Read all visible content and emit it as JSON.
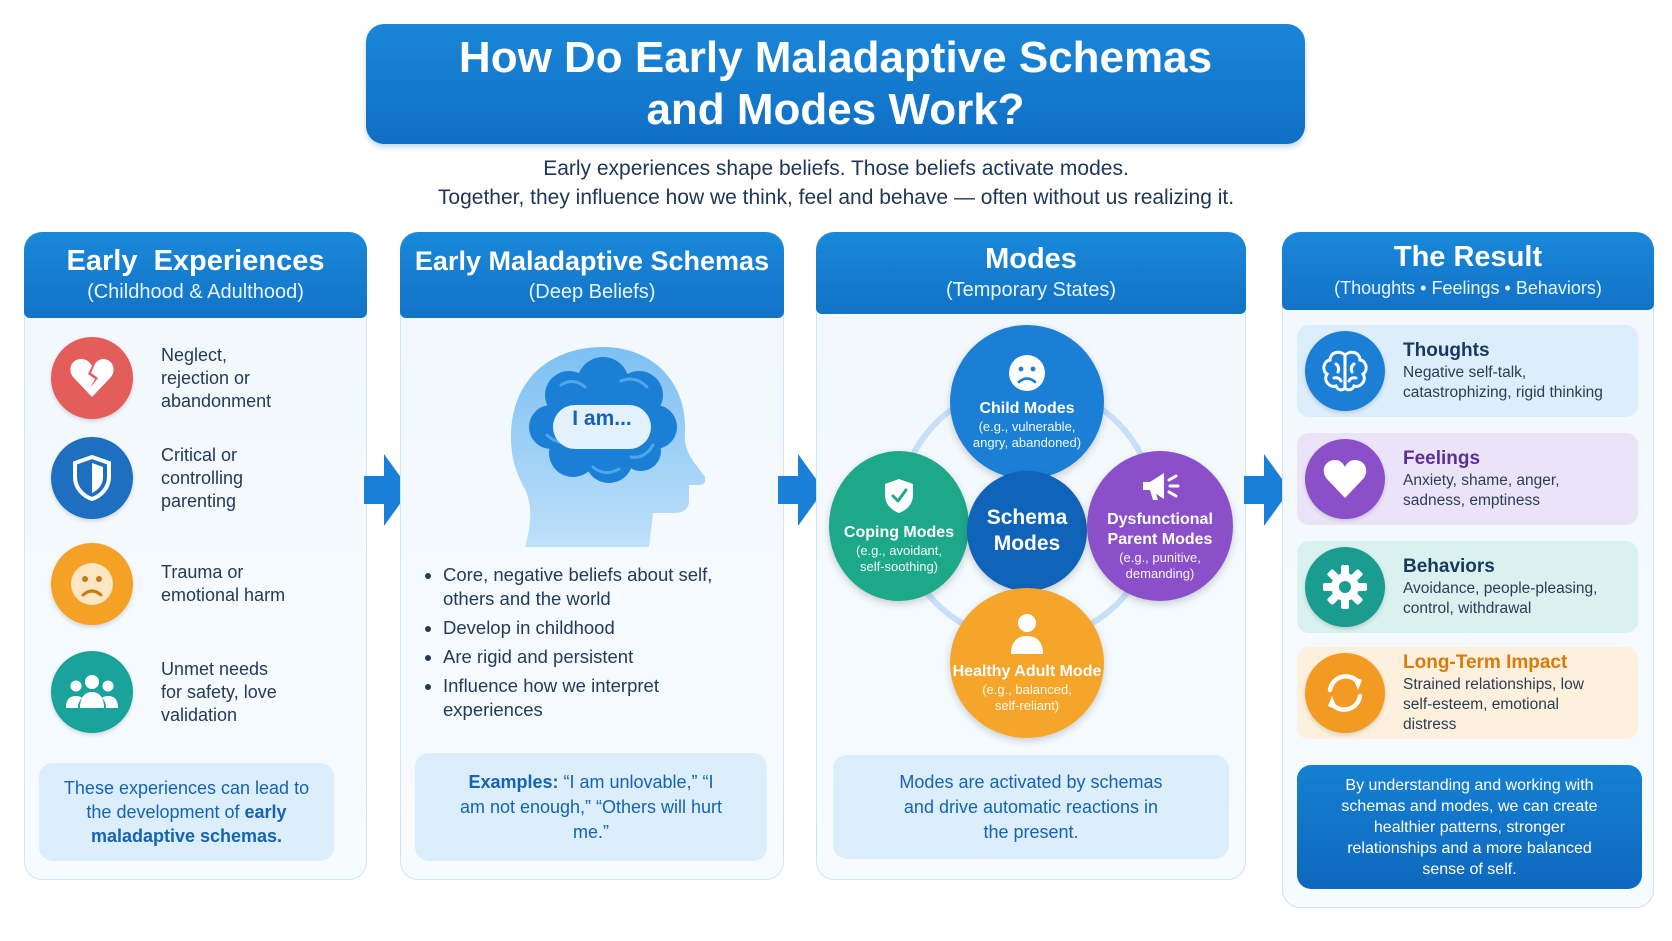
{
  "title": "How Do Early Maladaptive Schemas and Modes Work?",
  "subtitle_line1": "Early experiences shape beliefs. Those beliefs activate modes.",
  "subtitle_line2": "Together, they influence how we think, feel and behave — often without us realizing it.",
  "columns": {
    "experiences": {
      "heading": "Early  Experiences",
      "subheading": "(Childhood & Adulthood)",
      "items": [
        {
          "text": "Neglect, rejection or abandonment",
          "icon": "broken-heart-icon",
          "color": "#e35d5b"
        },
        {
          "text": "Critical or controlling parenting",
          "icon": "shield-icon",
          "color": "#1e6fc0"
        },
        {
          "text": "Trauma or emotional harm",
          "icon": "sad-face-icon",
          "color": "#f4a125"
        },
        {
          "text": "Unmet needs for safety, love validation",
          "icon": "group-icon",
          "color": "#1aa39a"
        }
      ],
      "note_prefix": "These experiences can lead to the development of ",
      "note_bold": "early maladaptive schemas."
    },
    "schemas": {
      "heading": "Early Maladaptive Schemas",
      "subheading": "(Deep Beliefs)",
      "head_bubble": "I am...",
      "bullets": [
        "Core, negative beliefs about self, others and the world",
        "Develop in childhood",
        "Are rigid and persistent",
        "Influence how we interpret experiences"
      ],
      "examples_label": "Examples:",
      "examples_text": " “I am unlovable,” “I am not enough,” “Others will hurt me.”"
    },
    "modes": {
      "heading": "Modes",
      "subheading": "(Temporary States)",
      "center": "Schema Modes",
      "child": {
        "title": "Child Modes",
        "desc": "(e.g., vulnerable, angry, abandoned)",
        "color": "#1c7fd6"
      },
      "coping": {
        "title": "Coping Modes",
        "desc": "(e.g., avoidant, self-soothing)",
        "color": "#1ea88a"
      },
      "parent": {
        "title": "Dysfunctional Parent Modes",
        "desc": "(e.g., punitive, demanding)",
        "color": "#8b4fc9"
      },
      "adult": {
        "title": "Healthy Adult Mode",
        "desc": "(e.g., balanced, self-reliant)",
        "color": "#f4a52a"
      },
      "note": "Modes are activated by schemas and drive automatic reactions in the present."
    },
    "result": {
      "heading": "The Result",
      "subheading": "(Thoughts • Feelings • Behaviors)",
      "items": [
        {
          "title": "Thoughts",
          "desc": "Negative self-talk, catastrophizing, rigid thinking",
          "icon": "brain-icon",
          "color": "#1c7fd6",
          "title_color": "#17385f",
          "bg": "#dcedfb"
        },
        {
          "title": "Feelings",
          "desc": "Anxiety, shame, anger, sadness, emptiness",
          "icon": "heart-icon",
          "color": "#8b4fc9",
          "title_color": "#5a2f9a",
          "bg": "#ebe4f8"
        },
        {
          "title": "Behaviors",
          "desc": "Avoidance, people-pleasing, control, withdrawal",
          "icon": "gear-icon",
          "color": "#1a9c8f",
          "title_color": "#17385f",
          "bg": "#d9f1ef"
        },
        {
          "title": "Long-Term Impact",
          "desc": "Strained relationships, low self-esteem, emotional distress",
          "icon": "cycle-icon",
          "color": "#f39a22",
          "title_color": "#d97a0c",
          "bg": "#fdf0dc"
        }
      ],
      "final": "By understanding and working with schemas and modes, we can create healthier patterns, stronger relationships and a more balanced sense of self."
    }
  }
}
